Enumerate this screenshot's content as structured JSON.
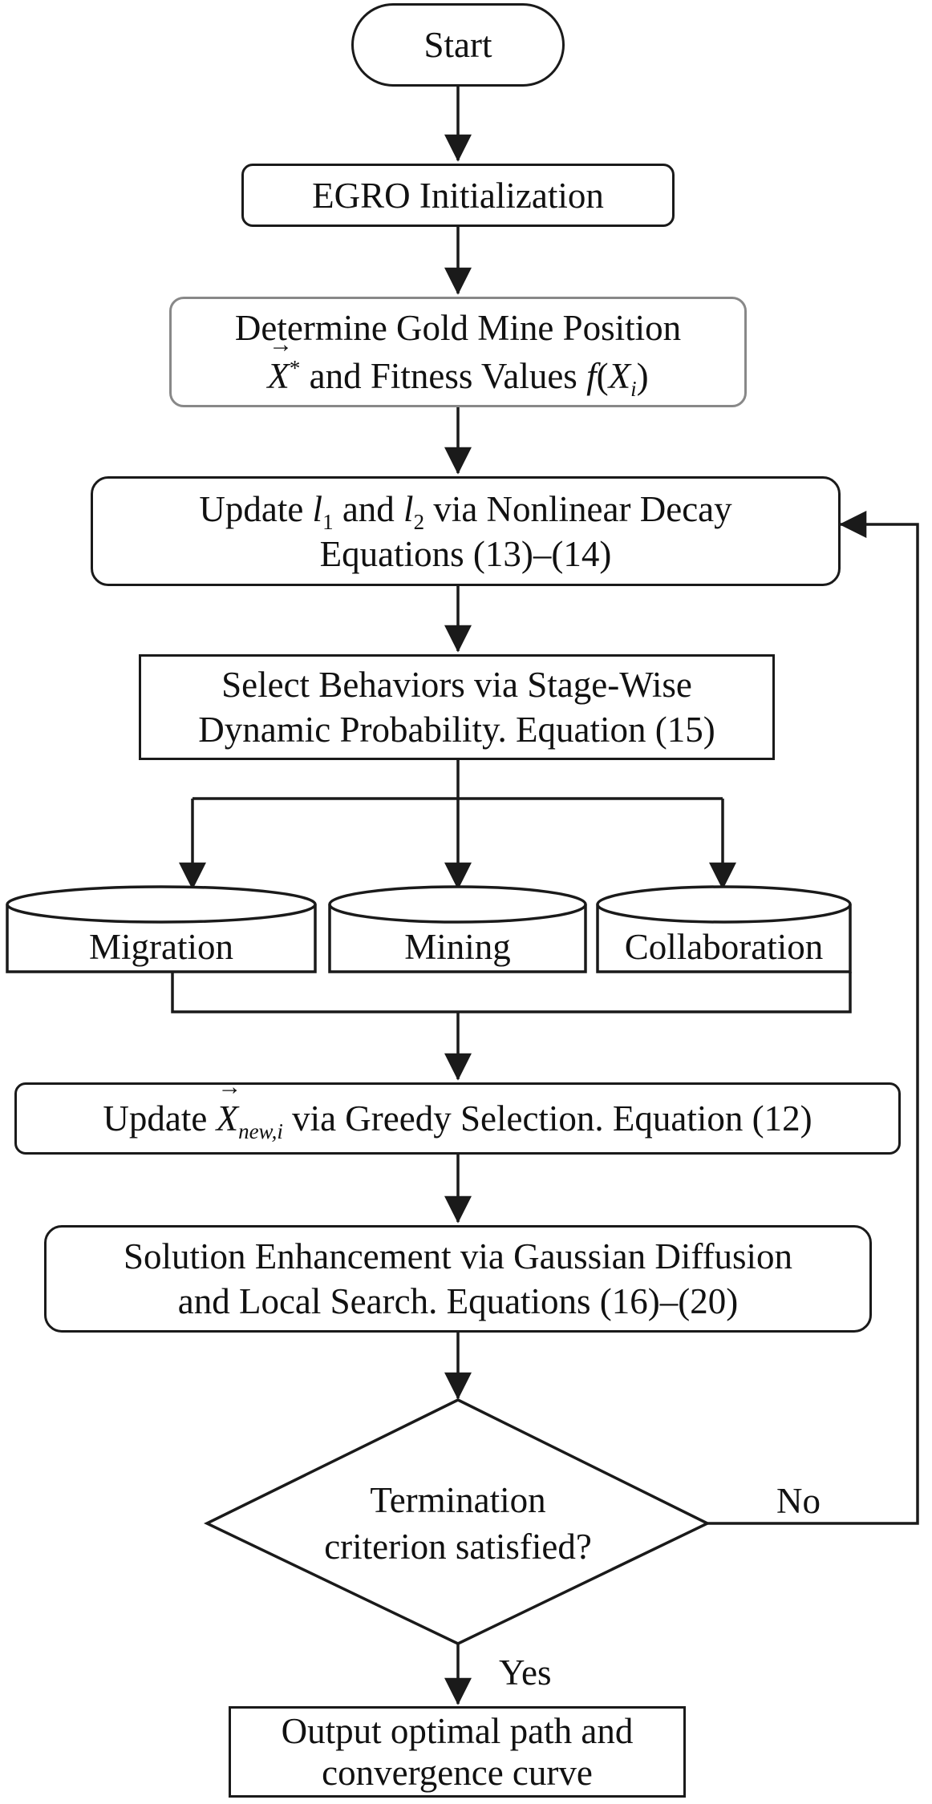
{
  "nodes": {
    "start": "Start",
    "init": "EGRO Initialization",
    "gold": {
      "line1": "Determine Gold Mine Position",
      "vec": "X",
      "star": "*",
      "mid": "and Fitness Values",
      "f": "f",
      "paren_open": "(",
      "x": "X",
      "sub_i": "i",
      "paren_close": ")"
    },
    "update_l": {
      "word": "Update",
      "l": "l",
      "sub1": "1",
      "and": "and",
      "sub2": "2",
      "tail": "via Nonlinear Decay",
      "line2": "Equations (13)–(14)"
    },
    "select": {
      "line1": "Select Behaviors via Stage-Wise",
      "line2": "Dynamic Probability.  Equation (15)"
    },
    "migration": "Migration",
    "mining": "Mining",
    "collaboration": "Collaboration",
    "update_x": {
      "word": "Update",
      "vec": "X",
      "sub": "new,i",
      "tail": "via Greedy Selection.  Equation (12)"
    },
    "enhance": {
      "line1": "Solution Enhancement via Gaussian Diffusion",
      "line2": "and Local Search. Equations (16)–(20)"
    },
    "decision": {
      "line1": "Termination",
      "line2": "criterion satisfied?"
    },
    "output": {
      "line1": "Output optimal path and",
      "line2": "convergence curve"
    }
  },
  "edge_labels": {
    "no": "No",
    "yes": "Yes"
  }
}
